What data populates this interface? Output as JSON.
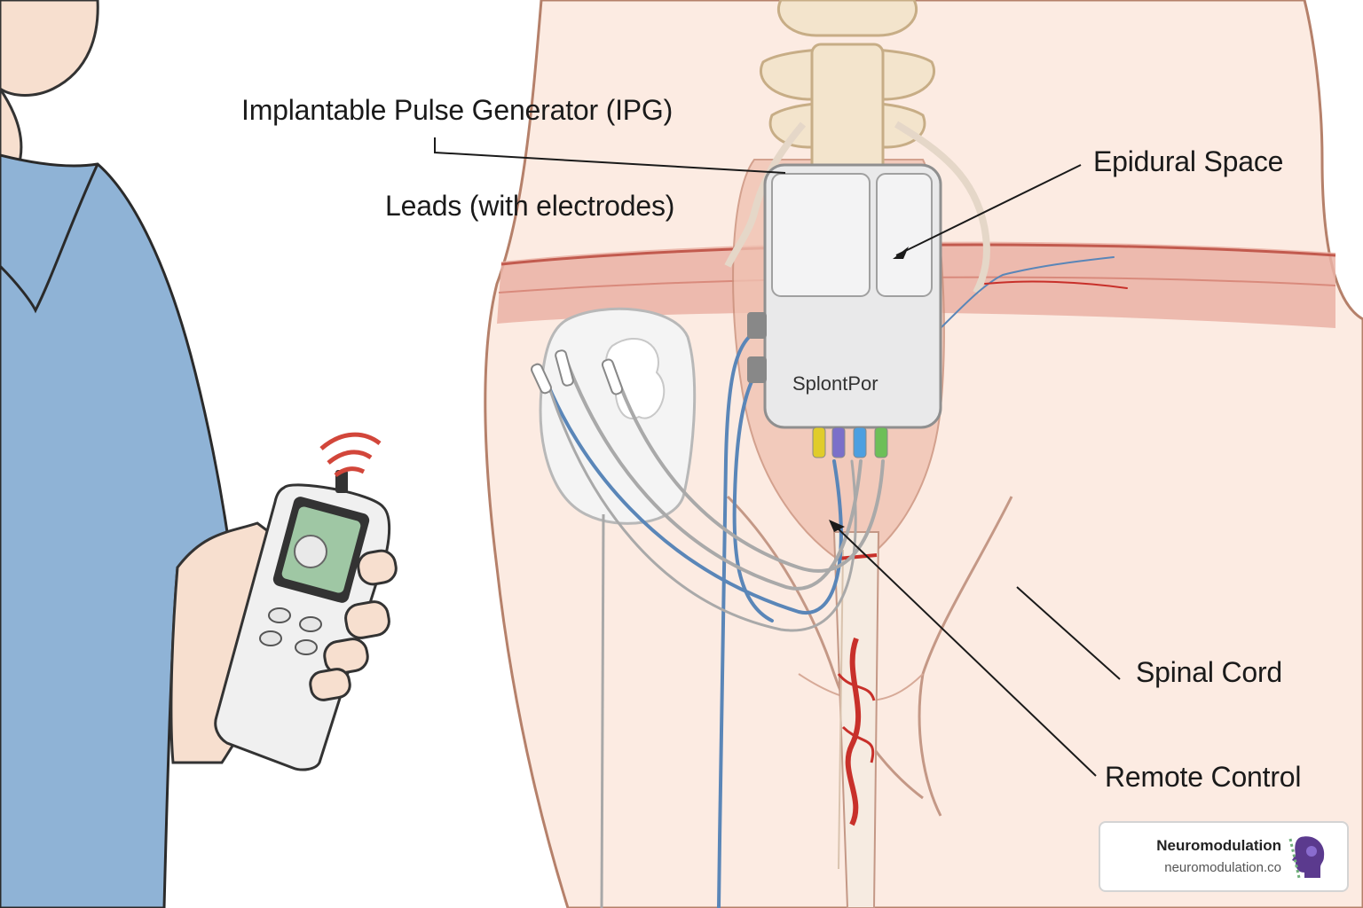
{
  "labels": {
    "ipg": "Implantable Pulse Generator (IPG)",
    "leads": "Leads (with electrodes)",
    "epidural": "Epidural Space",
    "spinal_cord": "Spinal Cord",
    "remote": "Remote Control"
  },
  "device_text": "SplontPor",
  "badge": {
    "brand": "Neuromodulation",
    "url": "neuromodulation.co"
  },
  "colors": {
    "shirt": "#8fb3d6",
    "skin": "#fbe9df",
    "tissue": "#e9a79a",
    "lead_blue": "#5a86b8",
    "lead_gray": "#a9a9a9",
    "vessel_red": "#c8302a"
  }
}
